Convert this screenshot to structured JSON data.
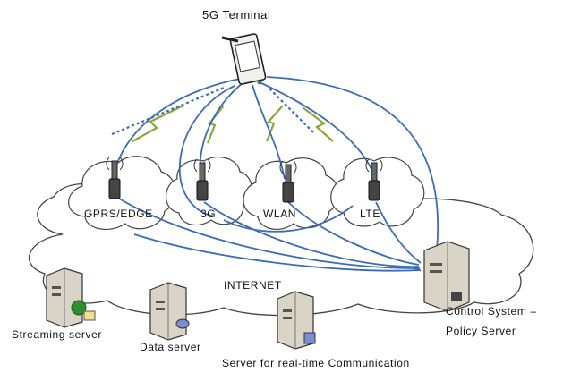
{
  "diagram": {
    "terminal_label": "5G Terminal",
    "access_networks": [
      "GPRS/EDGE",
      "3G",
      "WLAN",
      "LTE"
    ],
    "internet_label": "INTERNET",
    "servers": {
      "streaming": "Streaming server",
      "data": "Data server",
      "realtime": "Server for real-time Communication",
      "control_line1": "Control System –",
      "control_line2": "Policy Server"
    },
    "colors": {
      "link": "#3b6cb7",
      "wireless": "#8aa83a",
      "cloud_stroke": "#444444",
      "server_body": "#d9d4c6"
    }
  }
}
